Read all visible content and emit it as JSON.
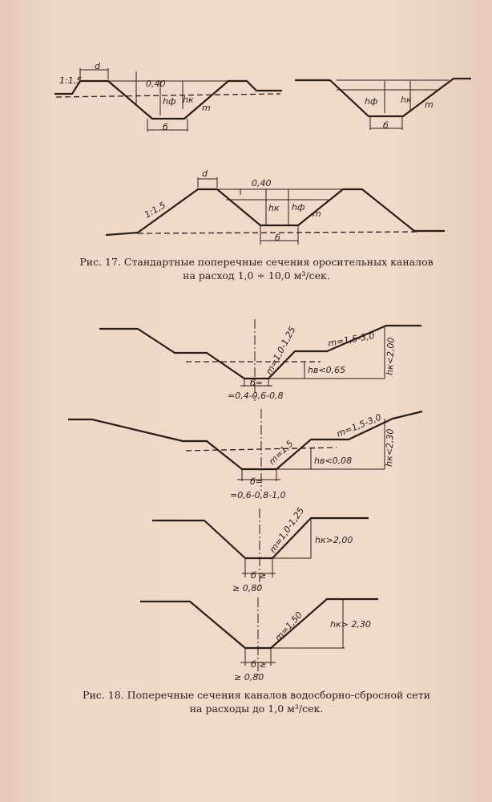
{
  "fig17": {
    "caption_line1": "Рис. 17. Стандартные поперечные сечения оросительных каналов",
    "caption_line2": "на расход 1,0 ÷ 10,0 м³/сек.",
    "labels": {
      "slope": "1:1,5",
      "berm": "d",
      "freeboard": "0,40",
      "depth_f": "hф",
      "depth_k": "hк",
      "side_slope": "m",
      "bottom": "б"
    }
  },
  "fig18": {
    "caption_line1": "Рис. 18. Поперечные сечения каналов водосборно-сбросной сети",
    "caption_line2": "на расходы до 1,0 м³/сек.",
    "s1": {
      "slope1": "m=1,0-1,25",
      "slope2": "m=1,5-3,0",
      "depth": "hк<2,00",
      "water": "hв<0,65",
      "bottom_label": "б=",
      "bottom_values": "=0,4-0,6-0,8"
    },
    "s2": {
      "slope1": "m=1,5",
      "slope2": "m=1,5-3,0",
      "depth": "hк<2,30",
      "water": "hв<0,08",
      "bottom_label": "б=",
      "bottom_values": "=0,6-0,8-1,0"
    },
    "s3": {
      "slope": "m=1,0-1,25",
      "depth": "hк>2,00",
      "bottom_label": "б ≥",
      "bottom_values": "≥ 0,80"
    },
    "s4": {
      "slope": "m=1,50",
      "depth": "hк> 2,30",
      "bottom_label": "б ≥",
      "bottom_values": "≥ 0,80"
    }
  }
}
